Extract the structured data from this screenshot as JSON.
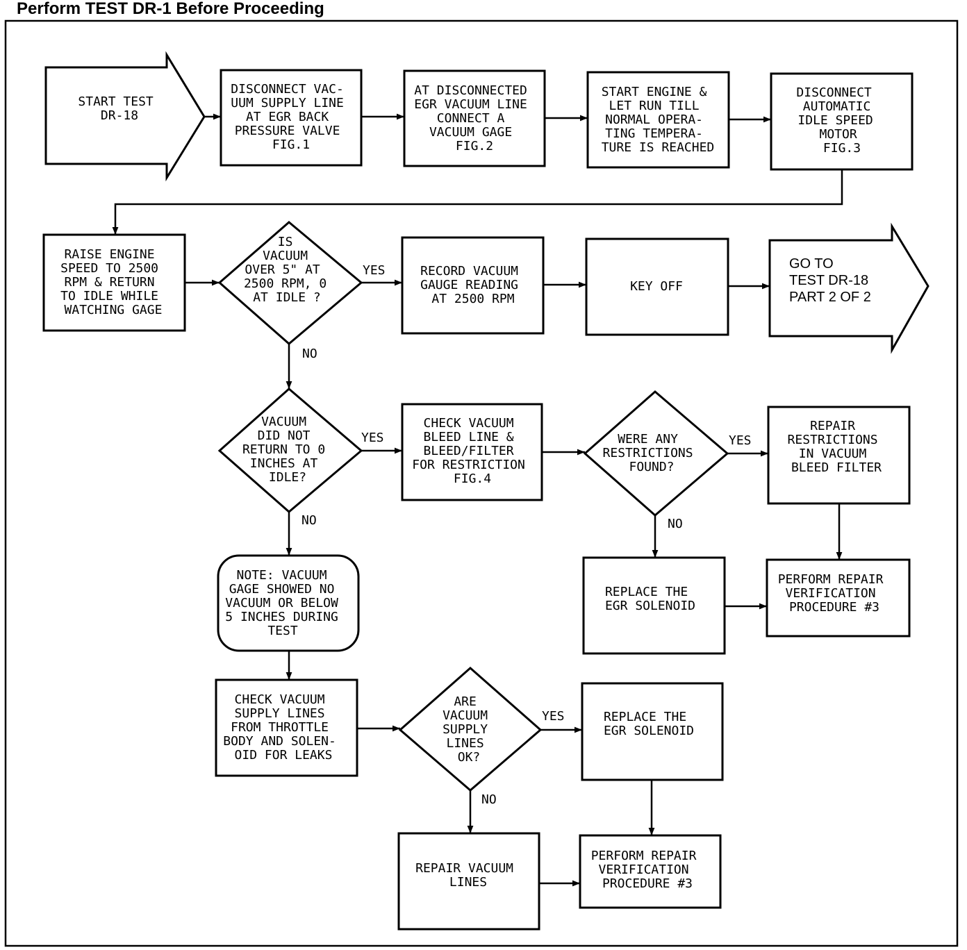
{
  "page_title": "Perform TEST DR-1 Before Proceeding",
  "nodes": {
    "start": [
      "START TEST",
      "DR-18"
    ],
    "disconnect_supply": [
      "DISCONNECT VAC-",
      "UUM SUPPLY LINE",
      "AT EGR BACK",
      "PRESSURE VALVE",
      "FIG.1"
    ],
    "connect_gage": [
      "AT DISCONNECTED",
      "EGR VACUUM LINE",
      "CONNECT A",
      "VACUUM GAGE",
      "FIG.2"
    ],
    "start_engine": [
      "START ENGINE &",
      "LET RUN TILL",
      "NORMAL OPERA-",
      "TING TEMPERA-",
      "TURE IS REACHED"
    ],
    "disconnect_motor": [
      "DISCONNECT",
      "AUTOMATIC",
      "IDLE SPEED",
      "MOTOR",
      "FIG.3"
    ],
    "raise_speed": [
      "RAISE ENGINE",
      "SPEED TO 2500",
      "RPM & RETURN",
      "TO IDLE WHILE",
      "WATCHING GAGE"
    ],
    "is_vacuum": [
      "IS",
      "VACUUM",
      "OVER 5\" AT",
      "2500 RPM, 0",
      "AT IDLE ?"
    ],
    "record_vacuum": [
      "RECORD VACUUM",
      "GAUGE READING",
      "AT 2500 RPM"
    ],
    "key_off": [
      "KEY OFF"
    ],
    "goto": [
      "GO TO",
      "TEST DR-18",
      "PART 2 OF 2"
    ],
    "did_not_return": [
      "VACUUM",
      "DID NOT",
      "RETURN TO 0",
      "INCHES AT",
      "IDLE?"
    ],
    "check_bleed": [
      "CHECK VACUUM",
      "BLEED LINE &",
      "BLEED/FILTER",
      "FOR RESTRICTION",
      "FIG.4"
    ],
    "were_restrictions": [
      "WERE ANY",
      "RESTRICTIONS",
      "FOUND?"
    ],
    "repair_restrictions": [
      "REPAIR",
      "RESTRICTIONS",
      "IN VACUUM",
      "BLEED FILTER"
    ],
    "replace_solenoid_1": [
      "REPLACE THE",
      "EGR SOLENOID"
    ],
    "verify_1": [
      "PERFORM REPAIR",
      "VERIFICATION",
      "PROCEDURE #3"
    ],
    "note": [
      "NOTE: VACUUM",
      "GAGE SHOWED NO",
      "VACUUM OR BELOW",
      "5 INCHES DURING",
      "TEST"
    ],
    "check_supply": [
      "CHECK VACUUM",
      "SUPPLY LINES",
      "FROM THROTTLE",
      "BODY AND SOLEN-",
      "OID FOR LEAKS"
    ],
    "are_lines_ok": [
      "ARE",
      "VACUUM",
      "SUPPLY",
      "LINES",
      "OK?"
    ],
    "replace_solenoid_2": [
      "REPLACE THE",
      "EGR SOLENOID"
    ],
    "repair_lines": [
      "REPAIR VACUUM",
      "LINES"
    ],
    "verify_2": [
      "PERFORM REPAIR",
      "VERIFICATION",
      "PROCEDURE #3"
    ]
  },
  "edge_labels": {
    "is_vacuum_yes": "YES",
    "is_vacuum_no": "NO",
    "did_not_return_yes": "YES",
    "did_not_return_no": "NO",
    "were_restrictions_yes": "YES",
    "were_restrictions_no": "NO",
    "are_lines_ok_yes": "YES",
    "are_lines_ok_no": "NO"
  }
}
